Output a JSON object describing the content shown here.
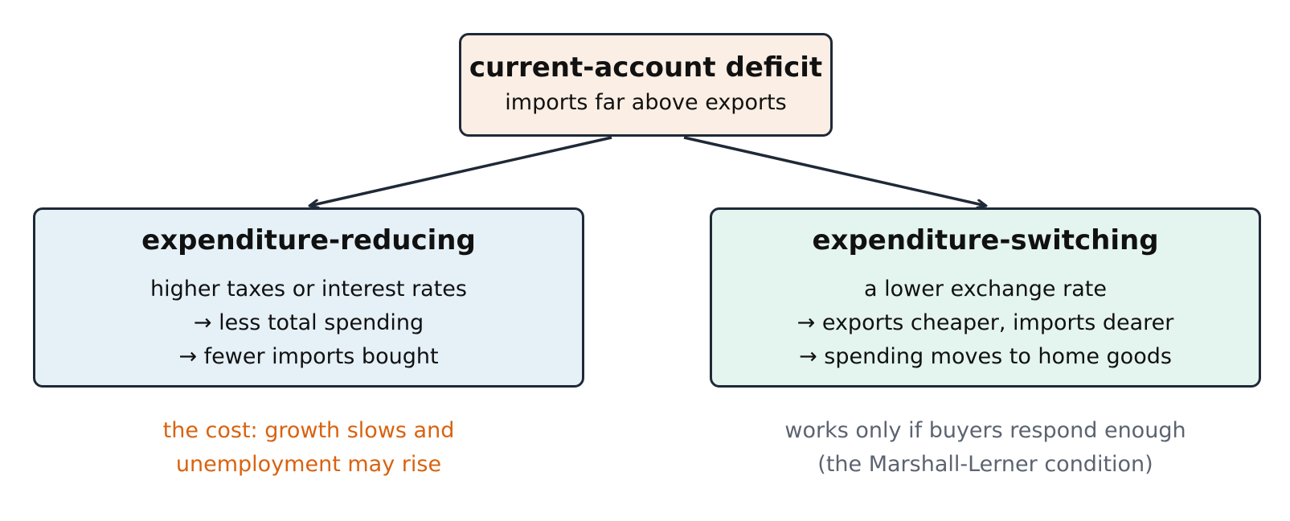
{
  "top_box": {
    "title": "current-account deficit",
    "subtitle": "imports far above exports"
  },
  "left_box": {
    "title": "expenditure-reducing",
    "lines": [
      "higher taxes or interest rates",
      "→ less total spending",
      "→ fewer imports bought"
    ]
  },
  "right_box": {
    "title": "expenditure-switching",
    "lines": [
      "a lower exchange rate",
      "→ exports cheaper, imports dearer",
      "→ spending moves to home goods"
    ]
  },
  "left_note": {
    "lines": [
      "the cost: growth slows and",
      "unemployment may rise"
    ]
  },
  "right_note": {
    "lines": [
      "works only if buyers respond enough",
      "(the Marshall-Lerner condition)"
    ]
  },
  "colors": {
    "top_fill": "#fbeee4",
    "left_fill": "#e5f0f7",
    "right_fill": "#e4f4ef",
    "border": "#1f2937",
    "cost_note": "#d9620f",
    "condition_note": "#5b6470"
  }
}
